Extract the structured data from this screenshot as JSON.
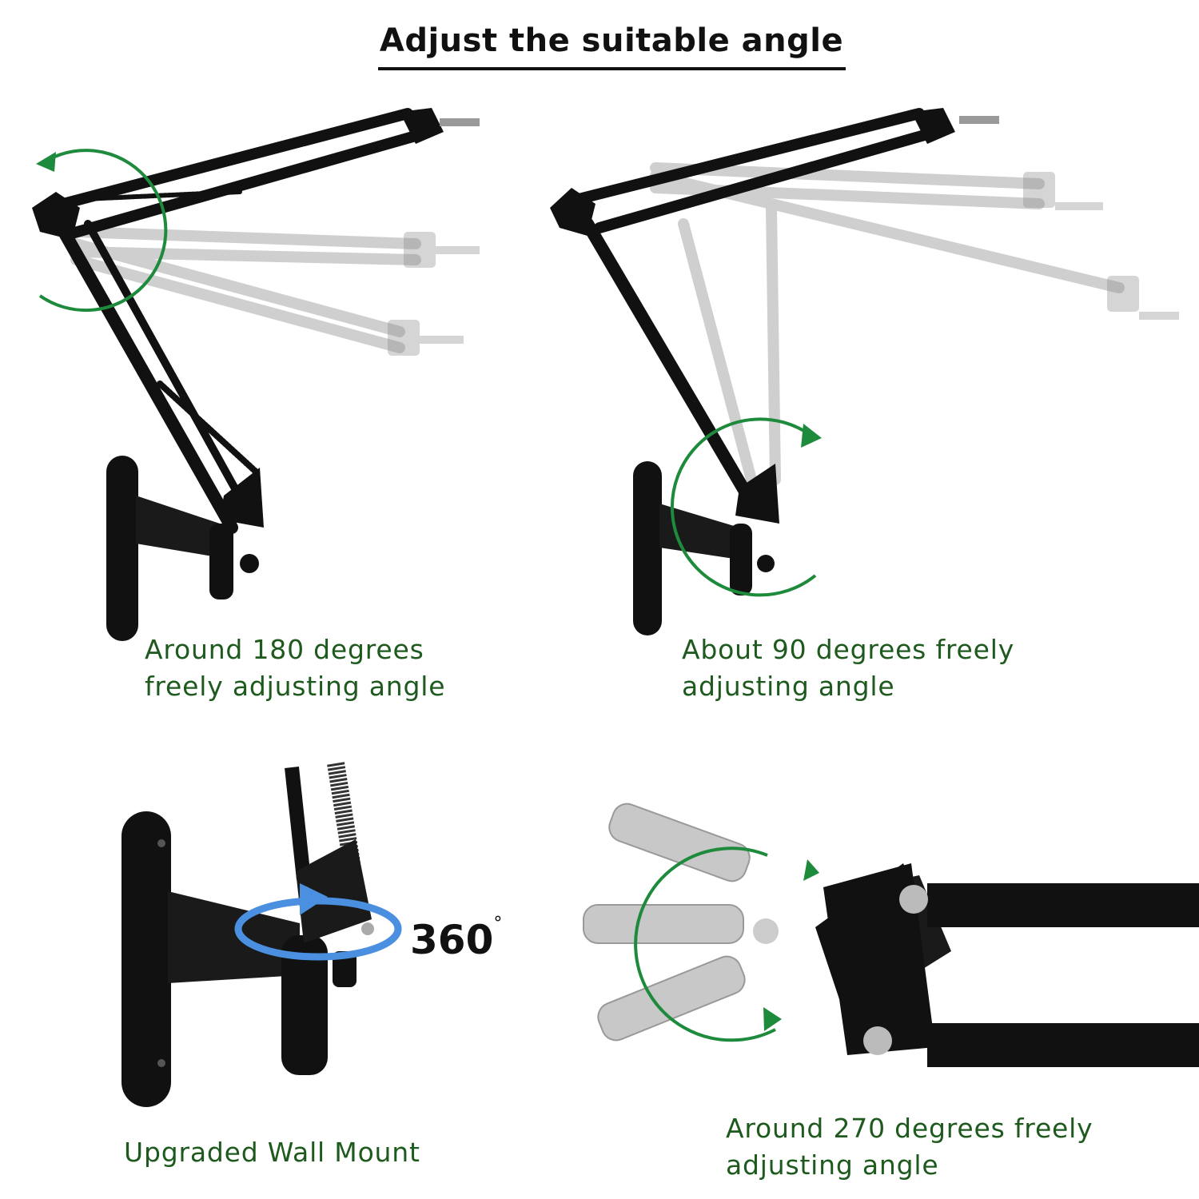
{
  "header": {
    "title": "Adjust the suitable angle"
  },
  "panels": [
    {
      "caption_line1": "Around 180 degrees",
      "caption_line2": "freely adjusting angle"
    },
    {
      "caption_line1": "About 90 degrees freely",
      "caption_line2": "adjusting angle"
    },
    {
      "caption_line1": "Upgraded Wall Mount",
      "rotation_label": "360",
      "rotation_unit": "°"
    },
    {
      "caption_line1": "Around 270 degrees freely",
      "caption_line2": "adjusting angle"
    }
  ],
  "colors": {
    "caption": "#1e5a1e",
    "arrow_green": "#1e8a3c",
    "arrow_blue": "#4a8fe0",
    "arm": "#111111",
    "ghost": "#9a9a9a"
  }
}
